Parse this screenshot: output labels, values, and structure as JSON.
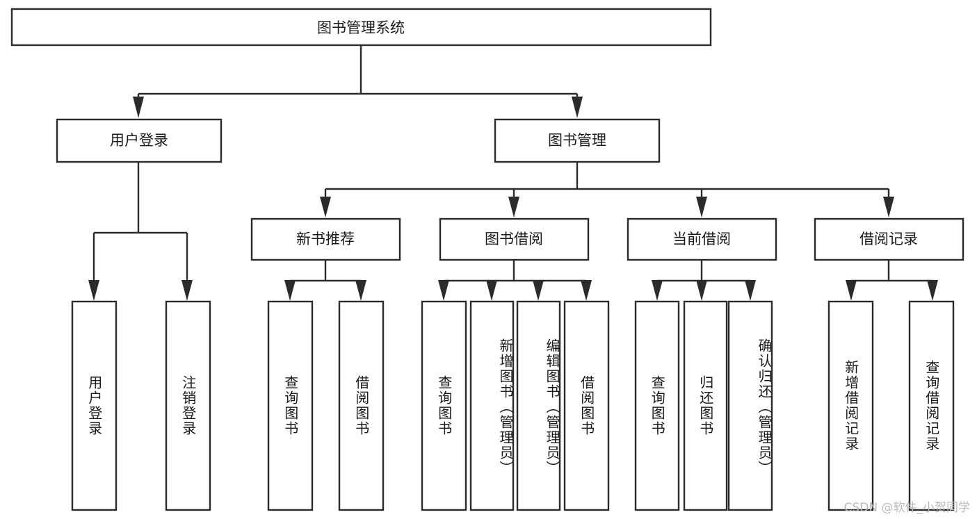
{
  "diagram": {
    "title": "图书管理系统",
    "type": "hierarchy-tree",
    "orientation": "top-down",
    "levels": 4,
    "colors": {
      "box_stroke": "#2b2b2b",
      "box_fill": "#ffffff",
      "connector": "#2b2b2b",
      "text": "#1a1a1a",
      "watermark": "#b9b9b9",
      "background": "#ffffff"
    },
    "root": {
      "id": "root",
      "label": "图书管理系统",
      "orientation": "horizontal"
    },
    "level2": [
      {
        "id": "user-login",
        "label": "用户登录",
        "orientation": "horizontal"
      },
      {
        "id": "book-management",
        "label": "图书管理",
        "orientation": "horizontal"
      }
    ],
    "level3": [
      {
        "id": "new-book-recommend",
        "label": "新书推荐",
        "orientation": "horizontal",
        "parent": "book-management"
      },
      {
        "id": "book-borrow",
        "label": "图书借阅",
        "orientation": "horizontal",
        "parent": "book-management"
      },
      {
        "id": "current-borrow",
        "label": "当前借阅",
        "orientation": "horizontal",
        "parent": "book-management"
      },
      {
        "id": "borrow-records",
        "label": "借阅记录",
        "orientation": "horizontal",
        "parent": "book-management"
      }
    ],
    "leaves": {
      "user-login": [
        {
          "id": "leaf-user-login",
          "label": "用户登录",
          "orientation": "vertical"
        },
        {
          "id": "leaf-logout",
          "label": "注销登录",
          "orientation": "vertical"
        }
      ],
      "new-book-recommend": [
        {
          "id": "leaf-query-book-1",
          "label": "查询图书",
          "orientation": "vertical"
        },
        {
          "id": "leaf-borrow-book-1",
          "label": "借阅图书",
          "orientation": "vertical"
        }
      ],
      "book-borrow": [
        {
          "id": "leaf-query-book-2",
          "label": "查询图书",
          "orientation": "vertical"
        },
        {
          "id": "leaf-add-book",
          "label": "新增图书（管理员）",
          "orientation": "vertical"
        },
        {
          "id": "leaf-edit-book",
          "label": "编辑图书（管理员）",
          "orientation": "vertical"
        },
        {
          "id": "leaf-borrow-book-2",
          "label": "借阅图书",
          "orientation": "vertical"
        }
      ],
      "current-borrow": [
        {
          "id": "leaf-query-book-3",
          "label": "查询图书",
          "orientation": "vertical"
        },
        {
          "id": "leaf-return-book",
          "label": "归还图书",
          "orientation": "vertical"
        },
        {
          "id": "leaf-confirm-return",
          "label": "确认归还（管理员）",
          "orientation": "vertical"
        }
      ],
      "borrow-records": [
        {
          "id": "leaf-add-record",
          "label": "新增借阅记录",
          "orientation": "vertical"
        },
        {
          "id": "leaf-query-record",
          "label": "查询借阅记录",
          "orientation": "vertical"
        }
      ]
    }
  },
  "watermark": {
    "text": "CSDN @软件_小贺同学"
  }
}
